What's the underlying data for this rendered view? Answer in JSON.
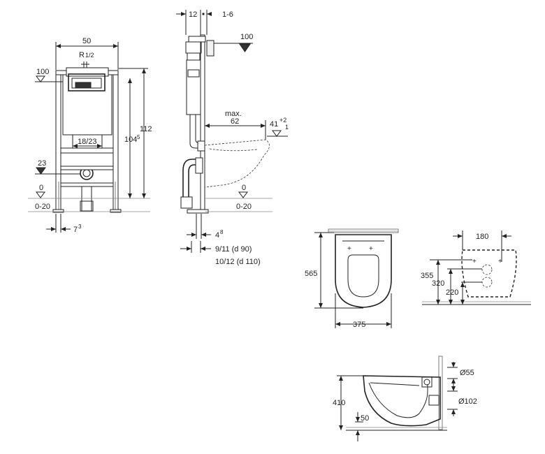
{
  "front_view": {
    "width": "50",
    "connection_top": "R",
    "connection_top_frac": "1/2",
    "height_total": "112",
    "height_inner": "104",
    "height_inner_sup": "5",
    "level_100": "100",
    "level_23": "23",
    "level_0": "0",
    "level_range": "0-20",
    "spacing_inner": "18/23",
    "foot_offset": "7",
    "foot_offset_sup": "3"
  },
  "side_view": {
    "depth_12": "12",
    "depth_adjust": "1-6",
    "level_100": "100",
    "max_label": "max.",
    "max_62": "62",
    "seat_height": "41",
    "seat_tol_plus": "+2",
    "seat_tol_minus": "1",
    "level_0": "0",
    "level_range": "0-20",
    "offset_4": "4",
    "offset_4_sup": "8",
    "pipe_90": "9/11 (d 90)",
    "pipe_110": "10/12 (d 110)"
  },
  "bowl_top": {
    "length": "565",
    "width": "375"
  },
  "bowl_rear": {
    "spacing_180": "180",
    "h355": "355",
    "h320": "320",
    "h220": "220"
  },
  "bowl_side": {
    "height": "410",
    "offset": "50",
    "d55": "Ø55",
    "d102": "Ø102"
  }
}
